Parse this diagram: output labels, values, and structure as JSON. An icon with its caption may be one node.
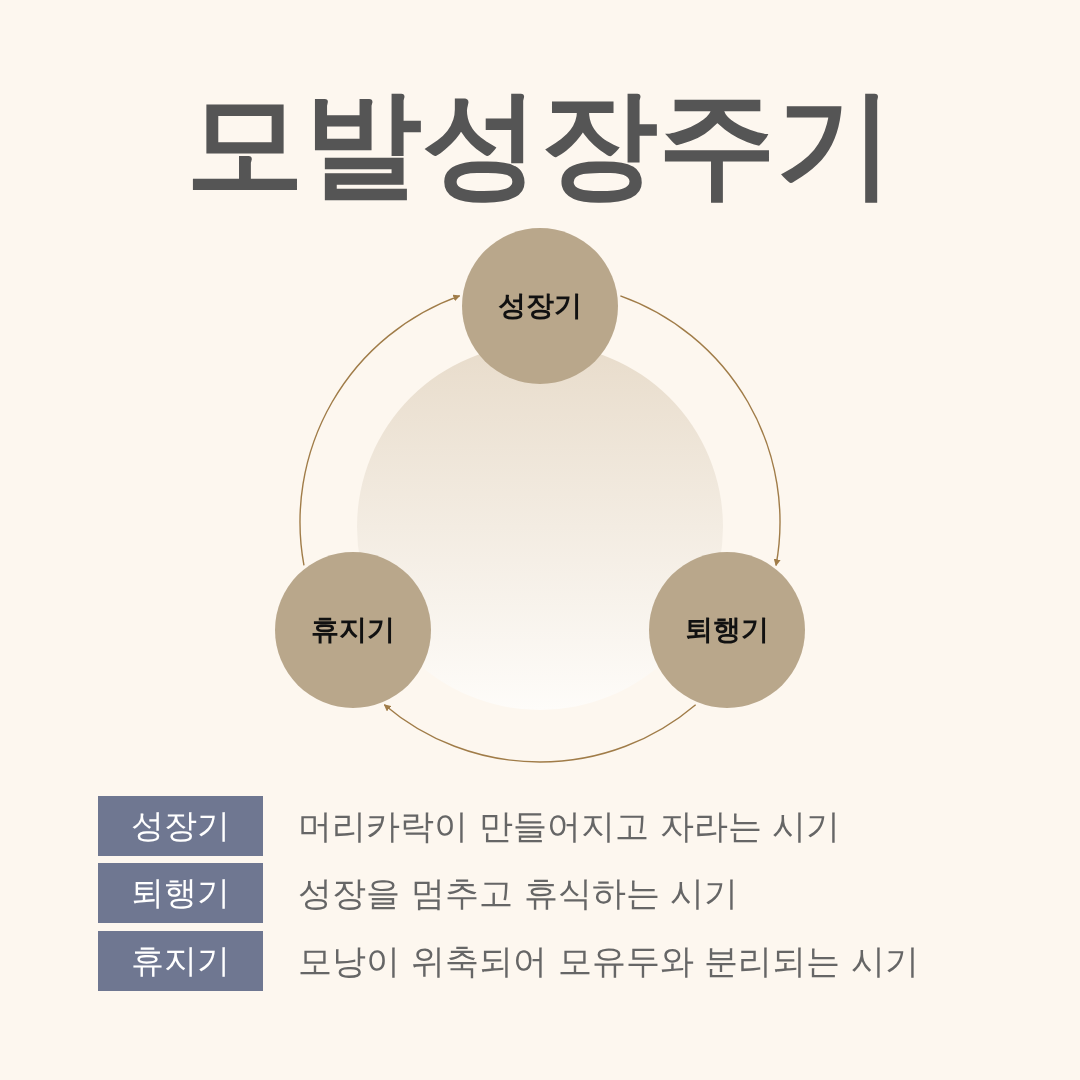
{
  "diagram": {
    "title": "모발성장주기",
    "nodes": [
      {
        "text": [
          "성장기"
        ]
      },
      {
        "text": [
          "퇴행기"
        ]
      },
      {
        "text": [
          "휴지기"
        ]
      },
      {
        "text": [
          "성장기"
        ],
        "beside": [
          "머리카락이 만들어지고 자라는 시기"
        ]
      },
      {
        "text": [
          "퇴행기"
        ],
        "beside": [
          "성장을 멈추고 휴식하는 시기"
        ]
      },
      {
        "text": [
          "휴지기"
        ],
        "beside": [
          "모낭이 위축되어 모유두와 분리되는 시기"
        ]
      }
    ],
    "edges": [
      {
        "from": 0,
        "to": 1,
        "arrow": "to"
      },
      {
        "from": 1,
        "to": 2,
        "arrow": "to"
      },
      {
        "from": 2,
        "to": 0,
        "arrow": "to"
      }
    ]
  }
}
